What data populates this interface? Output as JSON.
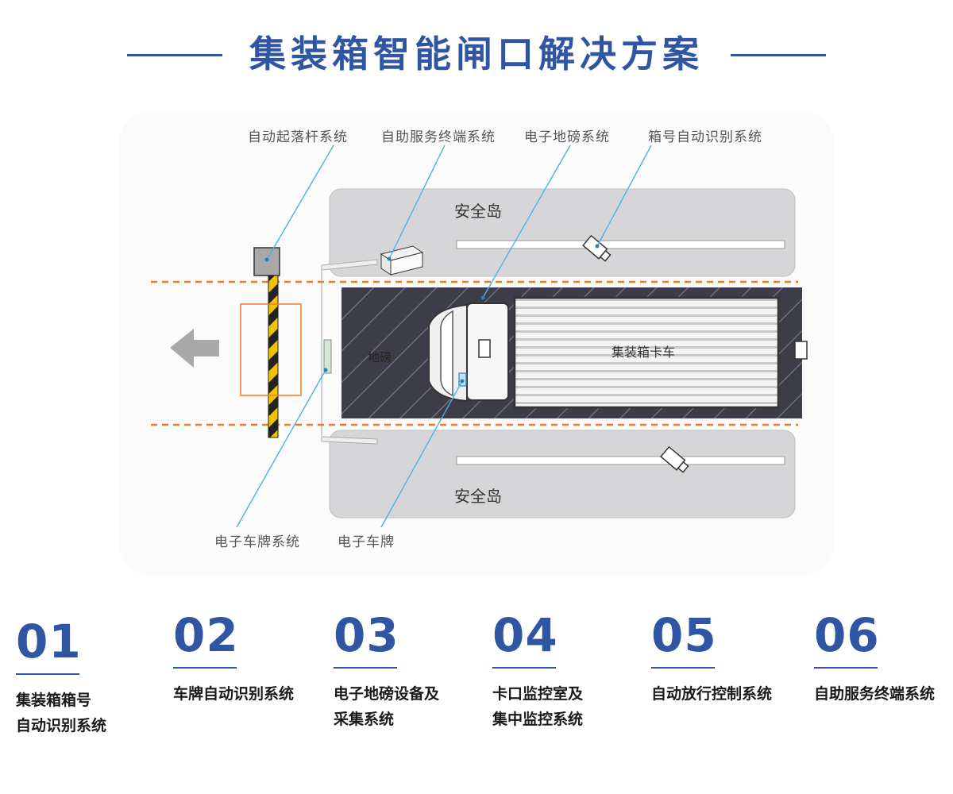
{
  "title": "集装箱智能闸口解决方案",
  "diagram": {
    "callouts_top": [
      "自动起落杆系统",
      "自助服务终端系统",
      "电子地磅系统",
      "箱号自动识别系统"
    ],
    "callouts_bottom": [
      "电子车牌系统",
      "电子车牌"
    ],
    "safety_island_top": "安全岛",
    "safety_island_bottom": "安全岛",
    "weighbridge_label": "地磅",
    "truck_label": "集装箱卡车",
    "colors": {
      "accent": "#2f55a3",
      "lane_marker": "#f07c22",
      "callout_line": "#47b3e6"
    }
  },
  "features": [
    {
      "number": "01",
      "label": "集装箱箱号\n自动识别系统"
    },
    {
      "number": "02",
      "label": "车牌自动识别系统"
    },
    {
      "number": "03",
      "label": "电子地磅设备及\n采集系统"
    },
    {
      "number": "04",
      "label": "卡口监控室及\n集中监控系统"
    },
    {
      "number": "05",
      "label": "自动放行控制系统"
    },
    {
      "number": "06",
      "label": "自助服务终端系统"
    }
  ]
}
